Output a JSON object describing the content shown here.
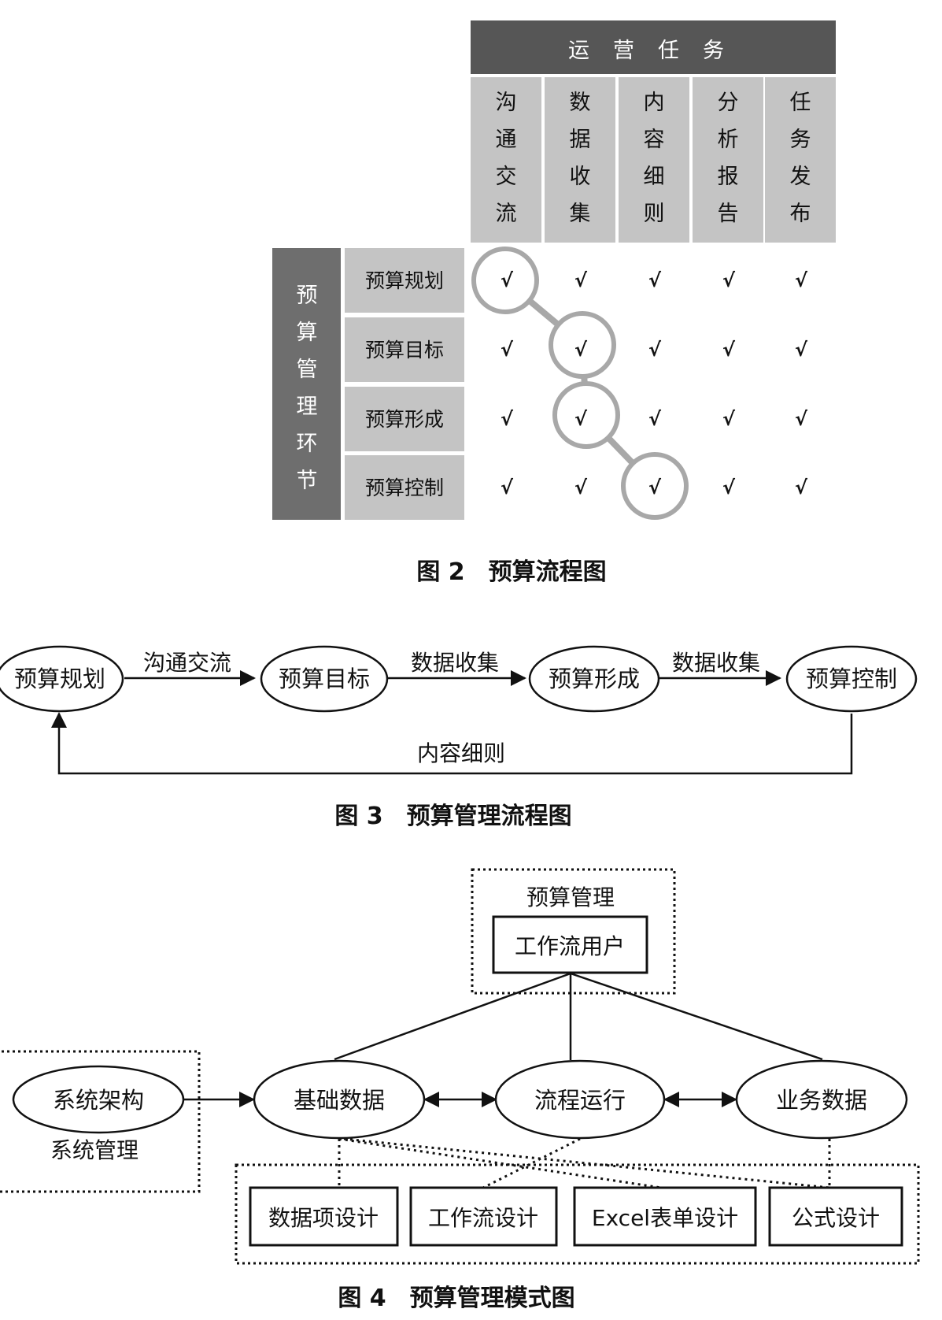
{
  "fig2": {
    "header": "运营任务",
    "columns": [
      "沟通交流",
      "数据收集",
      "内容细则",
      "分析报告",
      "任务发布"
    ],
    "side_label": "预算管理环节",
    "rows": [
      "预算规划",
      "预算目标",
      "预算形成",
      "预算控制"
    ],
    "check_mark": "√",
    "caption": "图 2　预算流程图"
  },
  "fig3": {
    "nodes": [
      "预算规划",
      "预算目标",
      "预算形成",
      "预算控制"
    ],
    "edges": [
      "沟通交流",
      "数据收集",
      "数据收集"
    ],
    "feedback": "内容细则",
    "caption": "图 3　预算管理流程图"
  },
  "fig4": {
    "top_group": "预算管理",
    "top_box": "工作流用户",
    "left_group": "系统管理",
    "left_node": "系统架构",
    "middle_nodes": [
      "基础数据",
      "流程运行",
      "业务数据"
    ],
    "bottom_boxes": [
      "数据项设计",
      "工作流设计",
      "Excel表单设计",
      "公式设计"
    ],
    "caption": "图 4　预算管理模式图"
  }
}
